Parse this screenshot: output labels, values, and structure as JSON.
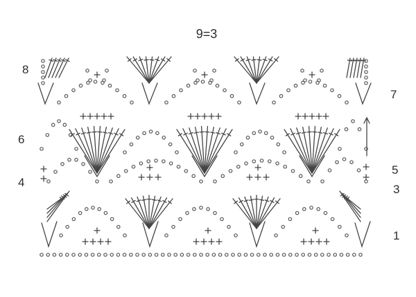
{
  "diagram": {
    "title": "9=3",
    "row_labels": [
      {
        "text": "1",
        "side": "right"
      },
      {
        "text": "3",
        "side": "right"
      },
      {
        "text": "4",
        "side": "left"
      },
      {
        "text": "5",
        "side": "right"
      },
      {
        "text": "6",
        "side": "left"
      },
      {
        "text": "7",
        "side": "right"
      },
      {
        "text": "8",
        "side": "left"
      }
    ],
    "colors": {
      "ink": "#444444",
      "background": "#ffffff"
    }
  }
}
